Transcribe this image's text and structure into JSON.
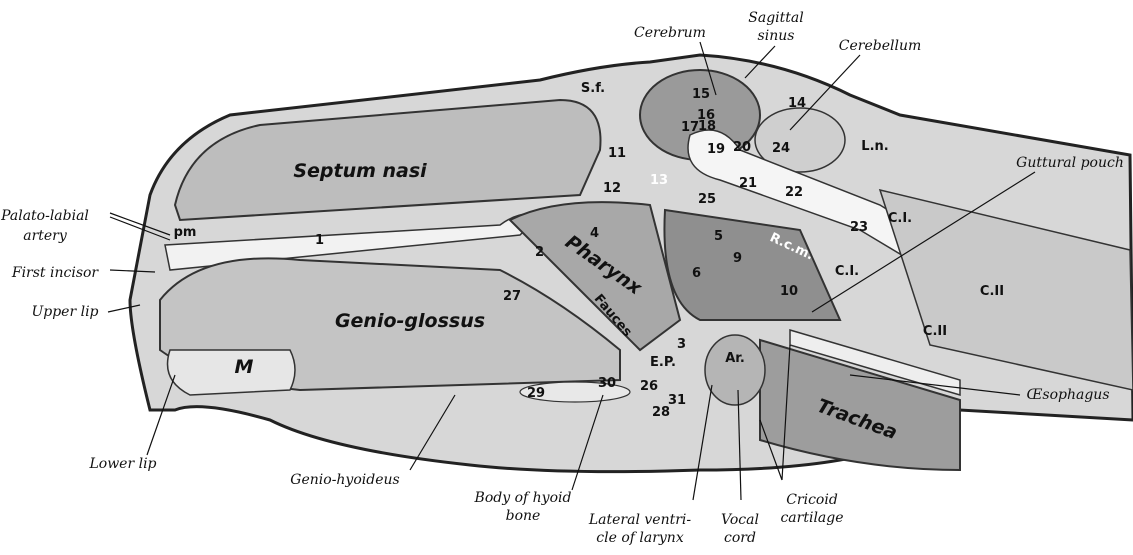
{
  "figure": {
    "outer_labels": {
      "cerebrum": "Cerebrum",
      "sagittal_sinus": [
        "Sagittal",
        "sinus"
      ],
      "cerebellum": "Cerebellum",
      "guttural_pouch": "Guttural pouch",
      "palato_labial_artery": [
        "Palato-labial",
        "artery"
      ],
      "first_incisor": "First incisor",
      "upper_lip": "Upper lip",
      "lower_lip": "Lower lip",
      "genio_hyoideus": "Genio-hyoideus",
      "body_of_hyoid_bone": [
        "Body of hyoid",
        "bone"
      ],
      "lateral_ventricle": [
        "Lateral ventri-",
        "cle of larynx"
      ],
      "vocal_cord": [
        "Vocal",
        "cord"
      ],
      "cricoid_cartilage": [
        "Cricoid",
        "cartilage"
      ],
      "oesophagus": "Œsophagus"
    },
    "region_labels": {
      "septum_nasi": "Septum nasi",
      "pharynx": "Pharynx",
      "fauces": "Fauces",
      "genio_glossus": "Genio-glossus",
      "trachea": "Trachea",
      "sf": "S.f.",
      "ln": "L.n.",
      "rcm": "R.c.m.",
      "ci_a": "C.I.",
      "ci_b": "C.I.",
      "cii_a": "C.II",
      "cii_b": "C.II",
      "pm": "pm",
      "ep": "E.P.",
      "ar": "Ar.",
      "m": "M"
    },
    "numbers": [
      "1",
      "2",
      "3",
      "4",
      "5",
      "6",
      "9",
      "10",
      "11",
      "12",
      "13",
      "14",
      "15",
      "16",
      "17",
      "18",
      "19",
      "20",
      "21",
      "22",
      "23",
      "24",
      "25",
      "26",
      "27",
      "28",
      "29",
      "30",
      "31"
    ]
  }
}
